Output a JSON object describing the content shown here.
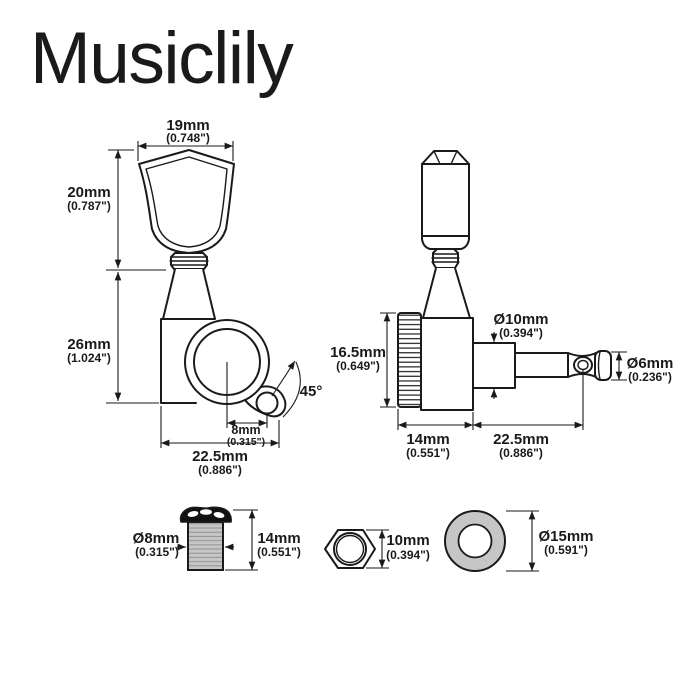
{
  "logo_text": "Musiclily",
  "colors": {
    "line": "#1a1a1a",
    "metal": "#c6c6c6",
    "thread": "#8f8f8f",
    "cap": "#111111"
  },
  "front_view": {
    "button_width": {
      "mm": "19mm",
      "inch": "(0.748\")"
    },
    "button_height": {
      "mm": "20mm",
      "inch": "(0.787\")"
    },
    "body_height": {
      "mm": "26mm",
      "inch": "(1.024\")"
    },
    "screw_offset": {
      "mm": "8mm",
      "inch": "(0.315\")"
    },
    "body_width": {
      "mm": "22.5mm",
      "inch": "(0.886\")"
    },
    "tab_angle": "45°"
  },
  "side_view": {
    "gear_housing_height": {
      "mm": "16.5mm",
      "inch": "(0.649\")"
    },
    "bushing_diameter": {
      "mm": "Ø10mm",
      "inch": "(0.394\")"
    },
    "post_diameter": {
      "mm": "Ø6mm",
      "inch": "(0.236\")"
    },
    "housing_depth": {
      "mm": "14mm",
      "inch": "(0.551\")"
    },
    "post_length": {
      "mm": "22.5mm",
      "inch": "(0.886\")"
    }
  },
  "hardware": {
    "bushing_diameter": {
      "mm": "Ø8mm",
      "inch": "(0.315\")"
    },
    "bushing_height": {
      "mm": "14mm",
      "inch": "(0.551\")"
    },
    "nut_size": {
      "mm": "10mm",
      "inch": "(0.394\")"
    },
    "washer_diameter": {
      "mm": "Ø15mm",
      "inch": "(0.591\")"
    }
  }
}
